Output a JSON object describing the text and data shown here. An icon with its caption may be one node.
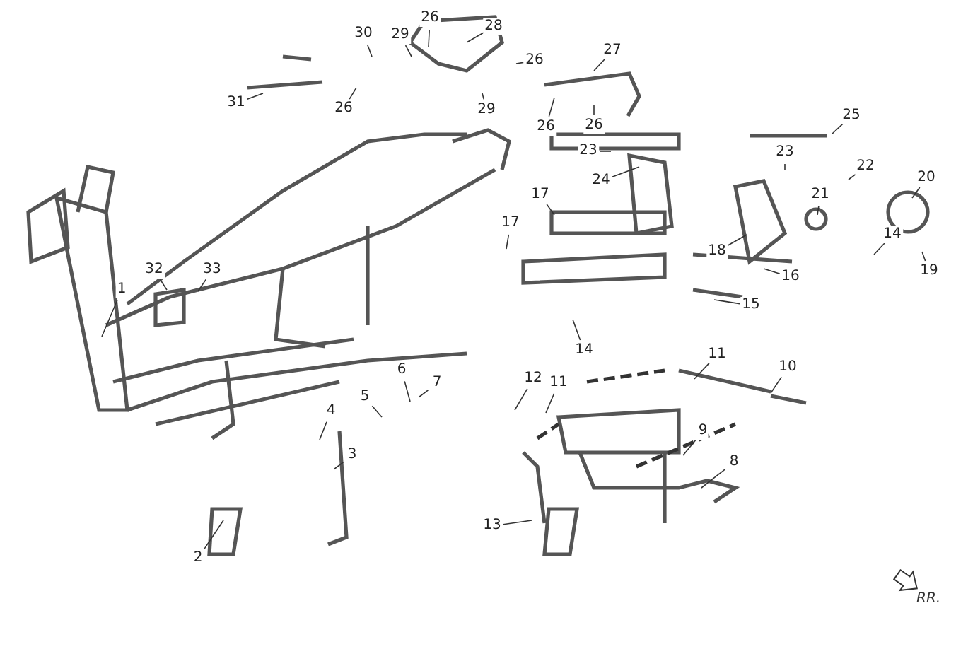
{
  "diagram": {
    "nodes": [
      {
        "text": [
          "1"
        ]
      },
      {
        "text": [
          "2"
        ]
      },
      {
        "text": [
          "3"
        ]
      },
      {
        "text": [
          "4"
        ]
      },
      {
        "text": [
          "5"
        ]
      },
      {
        "text": [
          "6"
        ]
      },
      {
        "text": [
          "7"
        ]
      },
      {
        "text": [
          "8"
        ]
      },
      {
        "text": [
          "9"
        ]
      },
      {
        "text": [
          "10"
        ]
      },
      {
        "text": [
          "11"
        ]
      },
      {
        "text": [
          "11"
        ]
      },
      {
        "text": [
          "12"
        ]
      },
      {
        "text": [
          "13"
        ]
      },
      {
        "text": [
          "14"
        ]
      },
      {
        "text": [
          "14"
        ]
      },
      {
        "text": [
          "15"
        ]
      },
      {
        "text": [
          "16"
        ]
      },
      {
        "text": [
          "17"
        ]
      },
      {
        "text": [
          "17"
        ]
      },
      {
        "text": [
          "18"
        ]
      },
      {
        "text": [
          "19"
        ]
      },
      {
        "text": [
          "20"
        ]
      },
      {
        "text": [
          "21"
        ]
      },
      {
        "text": [
          "22"
        ]
      },
      {
        "text": [
          "23"
        ]
      },
      {
        "text": [
          "23"
        ]
      },
      {
        "text": [
          "24"
        ]
      },
      {
        "text": [
          "25"
        ]
      },
      {
        "text": [
          "26"
        ]
      },
      {
        "text": [
          "26"
        ]
      },
      {
        "text": [
          "26"
        ]
      },
      {
        "text": [
          "26"
        ]
      },
      {
        "text": [
          "26"
        ]
      },
      {
        "text": [
          "27"
        ]
      },
      {
        "text": [
          "28"
        ]
      },
      {
        "text": [
          "29"
        ]
      },
      {
        "text": [
          "29"
        ]
      },
      {
        "text": [
          "30"
        ]
      },
      {
        "text": [
          "31"
        ]
      },
      {
        "text": [
          "32"
        ]
      },
      {
        "text": [
          "33"
        ]
      }
    ],
    "edges": [
      {
        "from": 0,
        "to": null,
        "arrow": "none"
      },
      {
        "from": 1,
        "to": null,
        "arrow": "none"
      },
      {
        "from": 2,
        "to": null,
        "arrow": "none"
      },
      {
        "from": 3,
        "to": null,
        "arrow": "none"
      },
      {
        "from": 4,
        "to": null,
        "arrow": "none"
      },
      {
        "from": 5,
        "to": null,
        "arrow": "none"
      },
      {
        "from": 6,
        "to": null,
        "arrow": "none"
      },
      {
        "from": 7,
        "to": null,
        "arrow": "none"
      },
      {
        "from": 8,
        "to": null,
        "arrow": "none"
      },
      {
        "from": 9,
        "to": null,
        "arrow": "none"
      },
      {
        "from": 10,
        "to": null,
        "arrow": "none"
      },
      {
        "from": 11,
        "to": null,
        "arrow": "none"
      },
      {
        "from": 12,
        "to": null,
        "arrow": "none"
      },
      {
        "from": 13,
        "to": null,
        "arrow": "none"
      },
      {
        "from": 14,
        "to": null,
        "arrow": "none"
      },
      {
        "from": 15,
        "to": null,
        "arrow": "none"
      },
      {
        "from": 16,
        "to": null,
        "arrow": "none"
      },
      {
        "from": 17,
        "to": null,
        "arrow": "none"
      },
      {
        "from": 18,
        "to": null,
        "arrow": "none"
      },
      {
        "from": 19,
        "to": null,
        "arrow": "none"
      },
      {
        "from": 20,
        "to": null,
        "arrow": "none"
      },
      {
        "from": 21,
        "to": null,
        "arrow": "none"
      },
      {
        "from": 22,
        "to": null,
        "arrow": "none"
      },
      {
        "from": 23,
        "to": null,
        "arrow": "none"
      },
      {
        "from": 24,
        "to": null,
        "arrow": "none"
      },
      {
        "from": 25,
        "to": null,
        "arrow": "none"
      },
      {
        "from": 26,
        "to": null,
        "arrow": "none"
      },
      {
        "from": 27,
        "to": null,
        "arrow": "none"
      },
      {
        "from": 28,
        "to": null,
        "arrow": "none"
      },
      {
        "from": 29,
        "to": null,
        "arrow": "none"
      },
      {
        "from": 30,
        "to": null,
        "arrow": "none"
      },
      {
        "from": 31,
        "to": null,
        "arrow": "none"
      },
      {
        "from": 32,
        "to": null,
        "arrow": "none"
      },
      {
        "from": 33,
        "to": null,
        "arrow": "none"
      },
      {
        "from": 34,
        "to": null,
        "arrow": "none"
      },
      {
        "from": 35,
        "to": null,
        "arrow": "none"
      },
      {
        "from": 36,
        "to": null,
        "arrow": "none"
      },
      {
        "from": 37,
        "to": null,
        "arrow": "none"
      },
      {
        "from": 38,
        "to": null,
        "arrow": "none"
      },
      {
        "from": 39,
        "to": null,
        "arrow": "none"
      },
      {
        "from": 40,
        "to": null,
        "arrow": "none"
      },
      {
        "from": 41,
        "to": null,
        "arrow": "none"
      }
    ],
    "labels": [
      "RR."
    ]
  }
}
